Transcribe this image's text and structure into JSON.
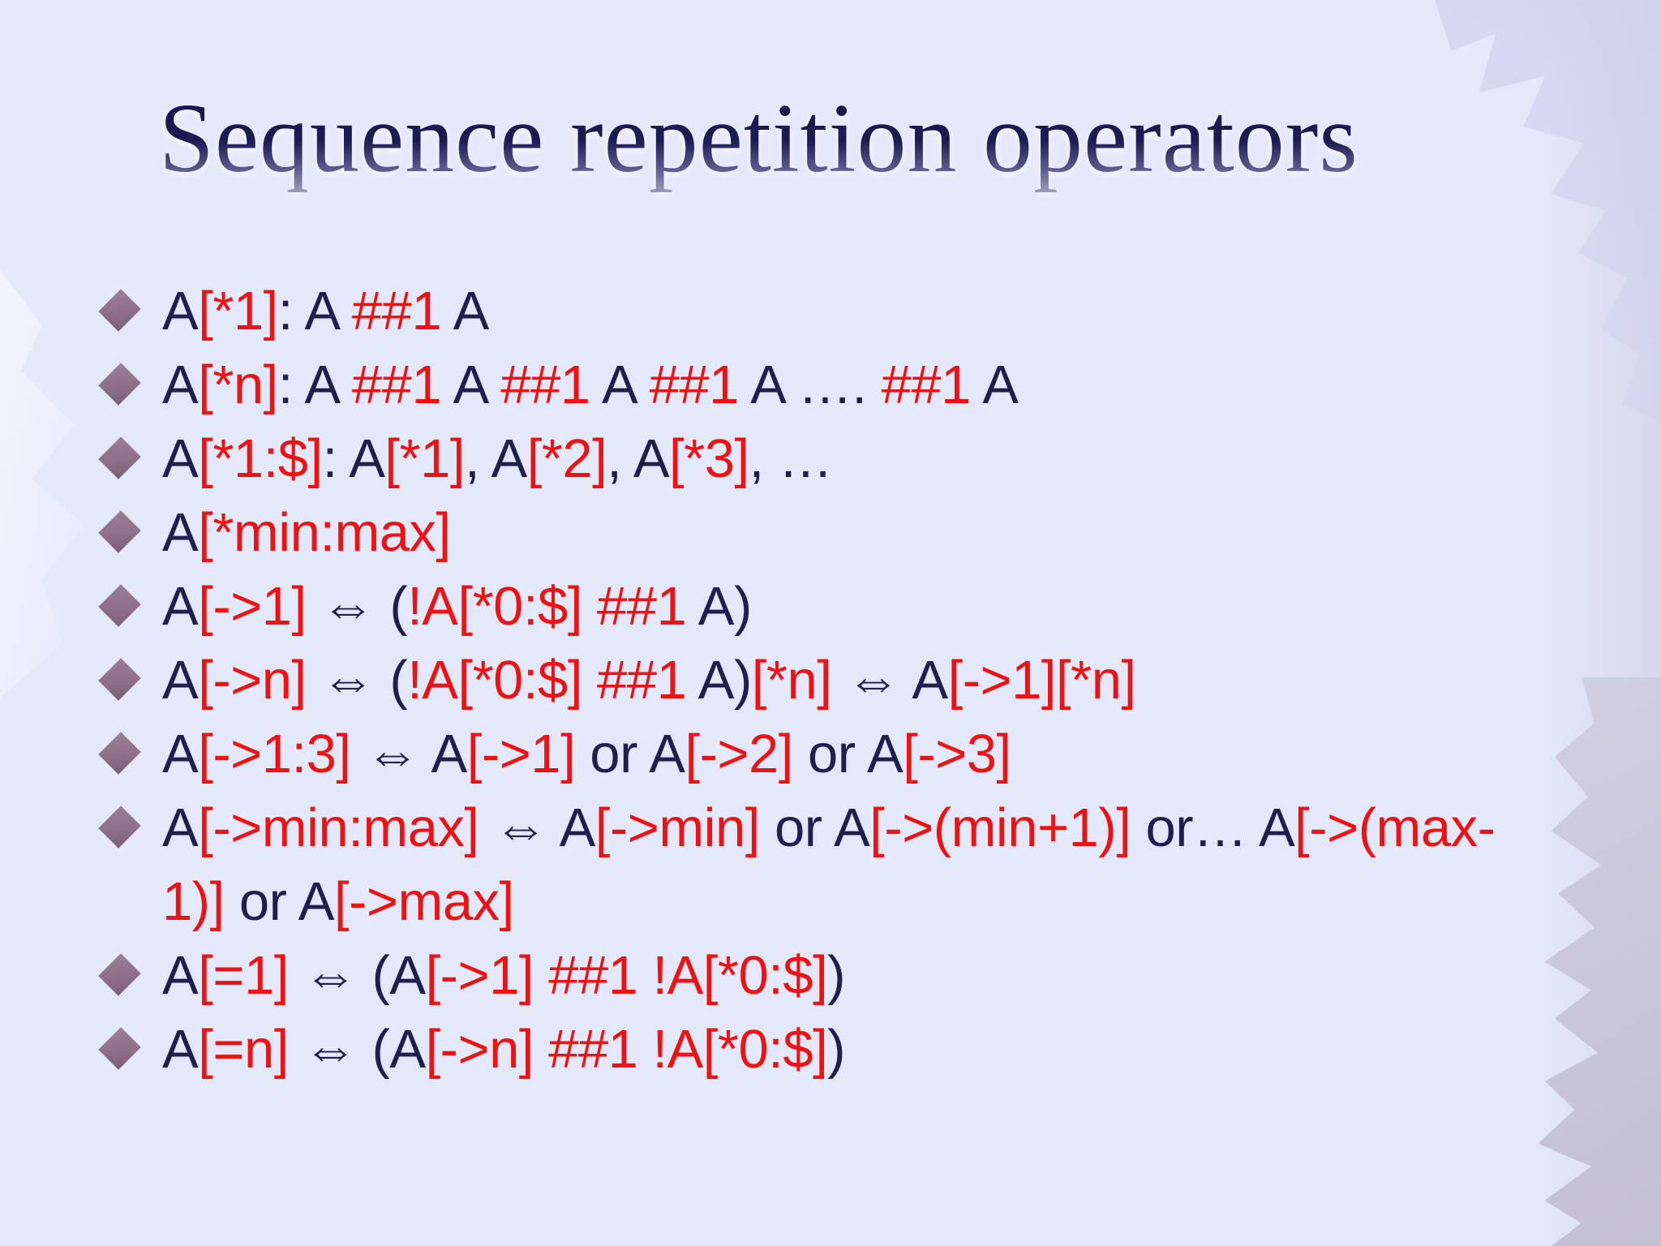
{
  "slide": {
    "title": "Sequence repetition operators",
    "colors": {
      "background": "#e4e8fb",
      "text_navy": "#1e1e4f",
      "text_red": "#ee1212",
      "bullet_diamond": "#8d7089",
      "title_gradient_top": "#15154a",
      "title_gradient_bottom": "#9a9dc2",
      "texture_gray": "#c7c3d6"
    },
    "bullets": [
      {
        "segments": [
          {
            "t": "A",
            "c": "navy"
          },
          {
            "t": "[*1]",
            "c": "red"
          },
          {
            "t": ": A ",
            "c": "navy"
          },
          {
            "t": "##1",
            "c": "red"
          },
          {
            "t": " A",
            "c": "navy"
          }
        ]
      },
      {
        "segments": [
          {
            "t": "A",
            "c": "navy"
          },
          {
            "t": "[*n]",
            "c": "red"
          },
          {
            "t": ": A ",
            "c": "navy"
          },
          {
            "t": "##1",
            "c": "red"
          },
          {
            "t": " A ",
            "c": "navy"
          },
          {
            "t": "##1",
            "c": "red"
          },
          {
            "t": " A ",
            "c": "navy"
          },
          {
            "t": "##1",
            "c": "red"
          },
          {
            "t": " A …. ",
            "c": "navy"
          },
          {
            "t": "##1",
            "c": "red"
          },
          {
            "t": " A",
            "c": "navy"
          }
        ]
      },
      {
        "segments": [
          {
            "t": "A",
            "c": "navy"
          },
          {
            "t": "[*1:$]",
            "c": "red"
          },
          {
            "t": ": A",
            "c": "navy"
          },
          {
            "t": "[*1]",
            "c": "red"
          },
          {
            "t": ", A",
            "c": "navy"
          },
          {
            "t": "[*2]",
            "c": "red"
          },
          {
            "t": ", A",
            "c": "navy"
          },
          {
            "t": "[*3]",
            "c": "red"
          },
          {
            "t": ", …",
            "c": "navy"
          }
        ]
      },
      {
        "segments": [
          {
            "t": "A",
            "c": "navy"
          },
          {
            "t": "[*min:max]",
            "c": "red"
          }
        ]
      },
      {
        "segments": [
          {
            "t": "A",
            "c": "navy"
          },
          {
            "t": "[->1]",
            "c": "red"
          },
          {
            "t": " ⇔ (",
            "c": "navy"
          },
          {
            "t": "!A[*0:$] ##1",
            "c": "red"
          },
          {
            "t": " A)",
            "c": "navy"
          }
        ]
      },
      {
        "segments": [
          {
            "t": "A",
            "c": "navy"
          },
          {
            "t": "[->n]",
            "c": "red"
          },
          {
            "t": " ⇔ (",
            "c": "navy"
          },
          {
            "t": "!A[*0:$] ##1",
            "c": "red"
          },
          {
            "t": " A)",
            "c": "navy"
          },
          {
            "t": "[*n]",
            "c": "red"
          },
          {
            "t": " ⇔ A",
            "c": "navy"
          },
          {
            "t": "[->1][*n]",
            "c": "red"
          }
        ]
      },
      {
        "segments": [
          {
            "t": "A",
            "c": "navy"
          },
          {
            "t": "[->1:3]",
            "c": "red"
          },
          {
            "t": " ⇔ A",
            "c": "navy"
          },
          {
            "t": "[->1]",
            "c": "red"
          },
          {
            "t": " or A",
            "c": "navy"
          },
          {
            "t": "[->2]",
            "c": "red"
          },
          {
            "t": " or A",
            "c": "navy"
          },
          {
            "t": "[->3]",
            "c": "red"
          }
        ]
      },
      {
        "segments": [
          {
            "t": "A",
            "c": "navy"
          },
          {
            "t": "[->min:max]",
            "c": "red"
          },
          {
            "t": " ⇔ A",
            "c": "navy"
          },
          {
            "t": "[->min]",
            "c": "red"
          },
          {
            "t": " or A",
            "c": "navy"
          },
          {
            "t": "[->(min+1)]",
            "c": "red"
          },
          {
            "t": " or… A",
            "c": "navy"
          },
          {
            "t": "[->(max-",
            "c": "red"
          },
          {
            "br": true
          },
          {
            "t": "1)]",
            "c": "red"
          },
          {
            "t": " or A",
            "c": "navy"
          },
          {
            "t": "[->max]",
            "c": "red"
          }
        ]
      },
      {
        "segments": [
          {
            "t": "A",
            "c": "navy"
          },
          {
            "t": "[=1]",
            "c": "red"
          },
          {
            "t": " ⇔ (A",
            "c": "navy"
          },
          {
            "t": "[->1] ##1 !A[*0:$]",
            "c": "red"
          },
          {
            "t": ")",
            "c": "navy"
          }
        ]
      },
      {
        "segments": [
          {
            "t": "A",
            "c": "navy"
          },
          {
            "t": "[=n]",
            "c": "red"
          },
          {
            "t": " ⇔ (A",
            "c": "navy"
          },
          {
            "t": "[->n] ##1 !A[*0:$]",
            "c": "red"
          },
          {
            "t": ")",
            "c": "navy"
          }
        ]
      }
    ]
  }
}
